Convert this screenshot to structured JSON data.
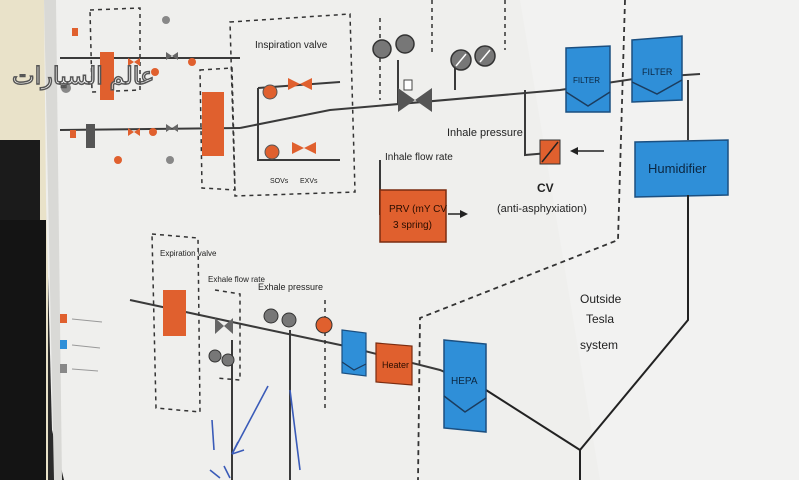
{
  "watermark": "عالم السيارات",
  "upper": {
    "inspiration_valve": "Inspiration valve",
    "sovs": "SOVs",
    "exvs": "EXVs",
    "inhale_pressure": "Inhale pressure",
    "inhale_flow_rate": "Inhale flow rate",
    "filter_1": "FILTER",
    "filter_2": "FILTER",
    "humidifier": "Humidifier",
    "prv_line1": "PRV (mY CV",
    "prv_line2": "3 spring)",
    "cv": "CV",
    "cv_sub": "(anti-asphyxiation)"
  },
  "lower": {
    "expiration_valve": "Expiration valve",
    "exhale_flow_rate": "Exhale flow rate",
    "exhale_pressure": "Exhale pressure",
    "heater": "Heater",
    "hepa": "HEPA",
    "outside_line1": "Outside",
    "outside_line2": "Tesla",
    "outside_line3": "system"
  },
  "colors": {
    "orange": "#e0602e",
    "blue": "#2f8fd8",
    "board": "#eeeeec",
    "line": "#3a3a3a"
  }
}
